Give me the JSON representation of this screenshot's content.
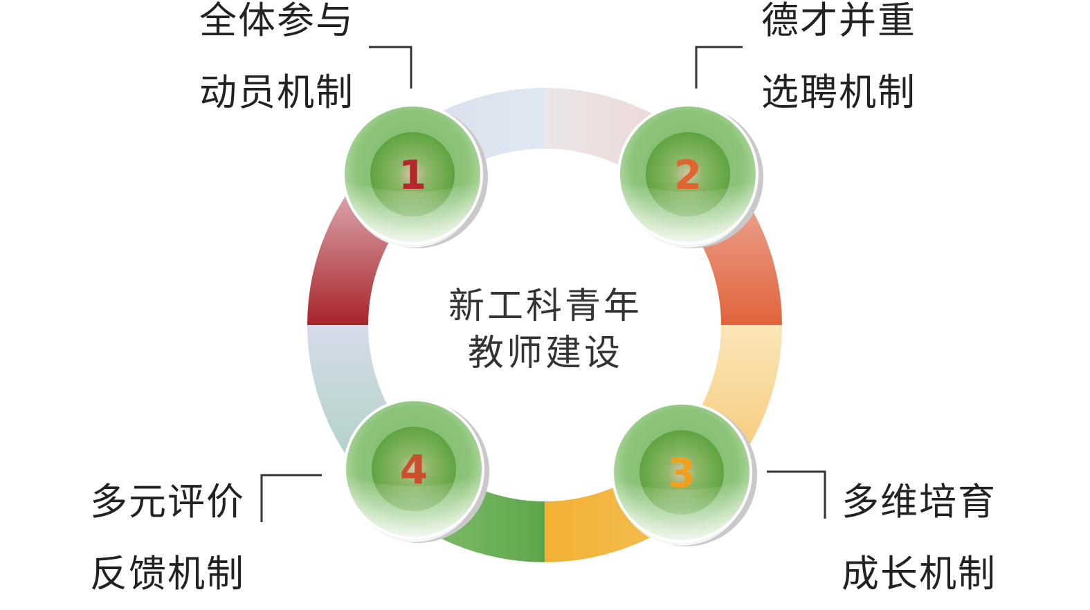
{
  "center": {
    "line1": "新工科青年",
    "line2": "教师建设"
  },
  "nodes": [
    {
      "number": "1",
      "line1": "全体参与",
      "line2": "动员机制",
      "number_color": "#b3282d"
    },
    {
      "number": "2",
      "line1": "德才并重",
      "line2": "选聘机制",
      "number_color": "#e06430"
    },
    {
      "number": "3",
      "line1": "多维培育",
      "line2": "成长机制",
      "number_color": "#f0a020"
    },
    {
      "number": "4",
      "line1": "多元评价",
      "line2": "反馈机制",
      "number_color": "#c8502a"
    }
  ],
  "colors": {
    "ring_red": "#a8232b",
    "ring_orange": "#e0643a",
    "ring_yellow": "#f2b133",
    "ring_green": "#5ea64a",
    "node_green": "#63a843",
    "node_outer": "#8cc47a"
  }
}
